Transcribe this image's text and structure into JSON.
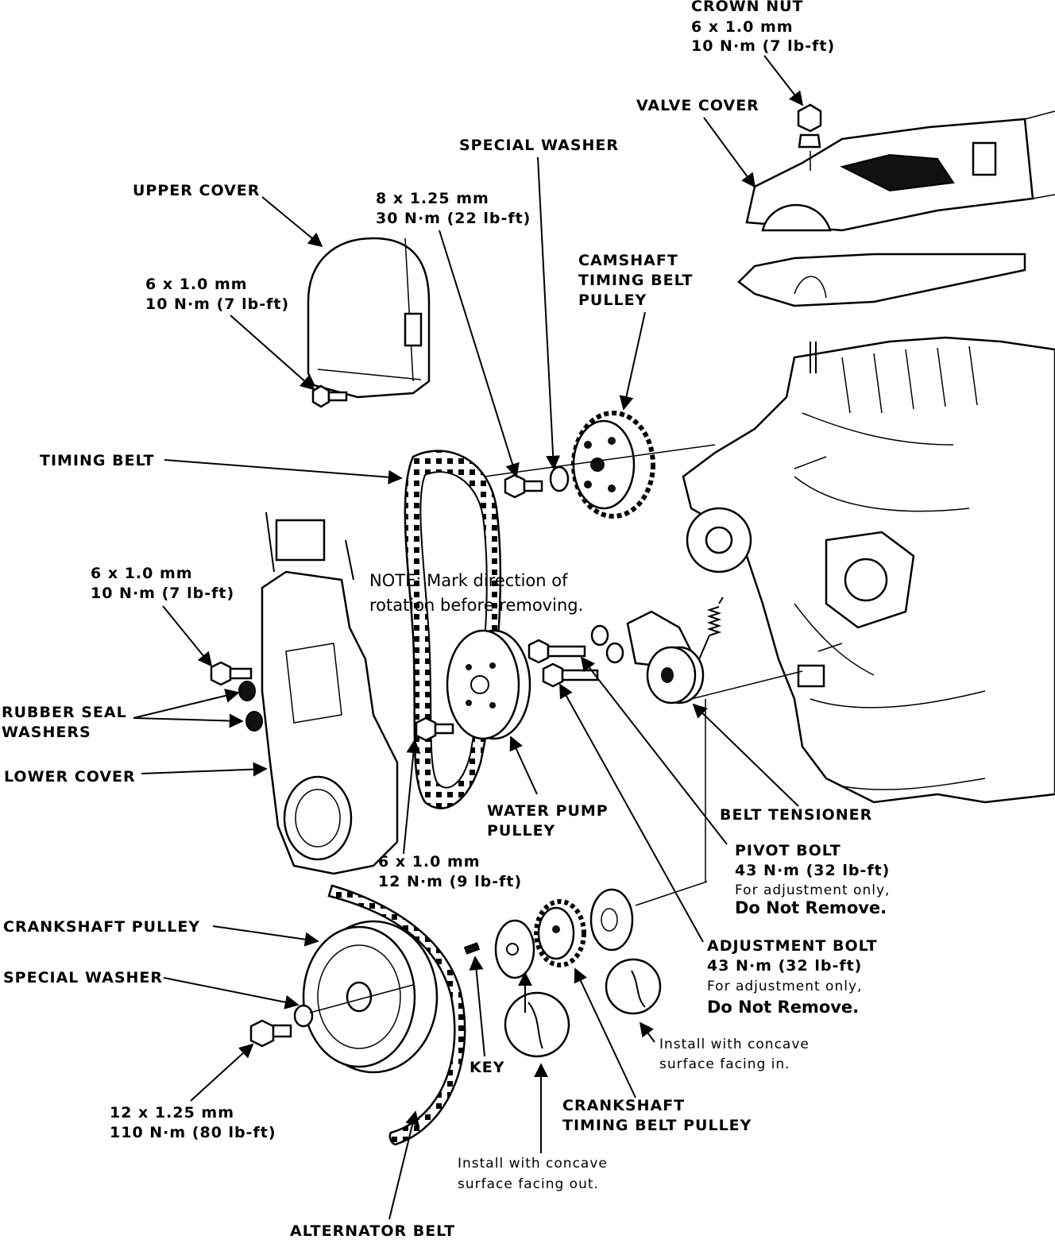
{
  "labels": {
    "crown_nut": [
      "CROWN NUT",
      "6 x 1.0 mm",
      "10 N·m (7 lb-ft)"
    ],
    "valve_cover": "VALVE COVER",
    "special_washer_top": "SPECIAL WASHER",
    "upper_cover": "UPPER COVER",
    "bolt_8x125": [
      "8 x 1.25 mm",
      "30 N·m (22 lb-ft)"
    ],
    "camshaft_pulley": [
      "CAMSHAFT",
      "TIMING BELT",
      "PULLEY"
    ],
    "upper_cover_bolt": [
      "6 x 1.0 mm",
      "10 N·m (7 lb-ft)"
    ],
    "timing_belt": "TIMING BELT",
    "lower_cover_bolt": [
      "6 x 1.0 mm",
      "10 N·m (7 lb-ft)"
    ],
    "note": [
      "NOTE:  Mark direction of",
      "rotation before removing."
    ],
    "rubber_seal_washers": [
      "RUBBER SEAL",
      "WASHERS"
    ],
    "lower_cover": "LOWER COVER",
    "water_pump_pulley": [
      "WATER PUMP",
      "PULLEY"
    ],
    "belt_tensioner": "BELT TENSIONER",
    "water_pump_bolt": [
      "6 x 1.0 mm",
      "12 N·m (9 lb-ft)"
    ],
    "pivot_bolt": [
      "PIVOT BOLT",
      "43 N·m (32 lb-ft)",
      "For adjustment only,",
      "Do Not Remove."
    ],
    "crankshaft_pulley": "CRANKSHAFT PULLEY",
    "adjustment_bolt": [
      "ADJUSTMENT BOLT",
      "43 N·m (32 lb-ft)",
      "For adjustment only,",
      "Do Not Remove."
    ],
    "special_washer_bottom": "SPECIAL WASHER",
    "install_in": [
      "Install with concave",
      "surface facing in."
    ],
    "key": "KEY",
    "crank_bolt": [
      "12 x 1.25 mm",
      "110 N·m (80 lb-ft)"
    ],
    "crankshaft_timing_pulley": [
      "CRANKSHAFT",
      "TIMING BELT PULLEY"
    ],
    "install_out": [
      "Install with concave",
      "surface facing out."
    ],
    "alternator_belt": "ALTERNATOR BELT"
  }
}
